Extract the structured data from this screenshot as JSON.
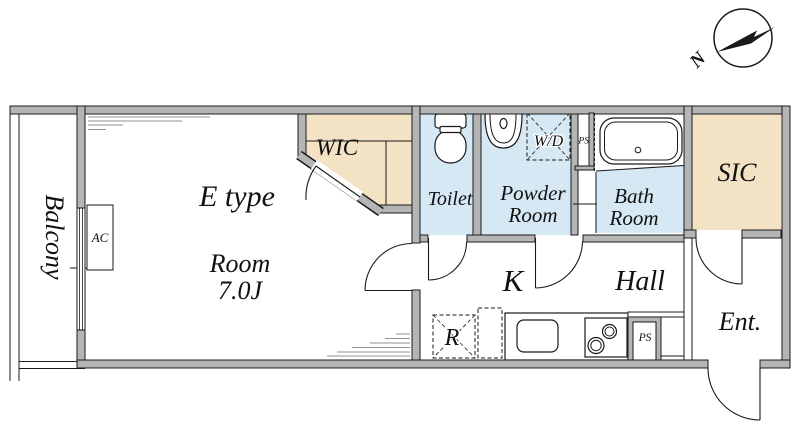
{
  "floorplan": {
    "title": "E type",
    "compass_label": "N",
    "labels": {
      "balcony": "Balcony",
      "plan_type": "E type",
      "room_name": "Room",
      "room_size": "7.0J",
      "wic": "WIC",
      "toilet": "Toilet",
      "powder_room_1": "Powder",
      "powder_room_2": "Room",
      "bath_room_1": "Bath",
      "bath_room_2": "Room",
      "sic": "SIC",
      "kitchen": "K",
      "hall": "Hall",
      "entrance": "Ent.",
      "ac_unit": "AC",
      "washer_dryer": "W/D",
      "refrigerator": "R",
      "pipe_space_upper": "PS",
      "pipe_space_lower": "PS"
    },
    "colors": {
      "wall": "#b5b5b5",
      "wall-edge": "#1a1a1a",
      "wet-room": "#d6e8f4",
      "storage": "#f3e2c4",
      "fade-line": "#919191"
    }
  }
}
